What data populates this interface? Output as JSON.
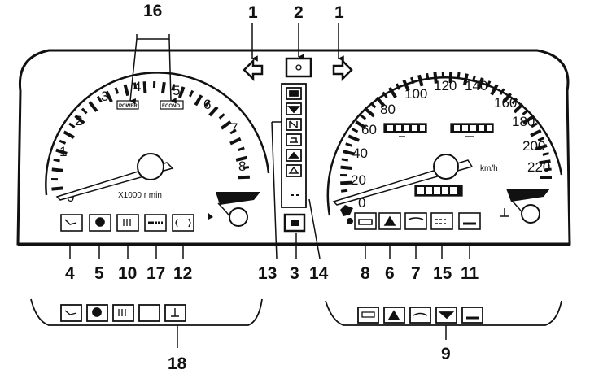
{
  "callouts": {
    "n16": "16",
    "n1_left": "1",
    "n2": "2",
    "n1_right": "1",
    "n4": "4",
    "n5": "5",
    "n10": "10",
    "n17": "17",
    "n12": "12",
    "n13": "13",
    "n3": "3",
    "n14": "14",
    "n8": "8",
    "n6": "6",
    "n7": "7",
    "n15": "15",
    "n11": "11",
    "n18": "18",
    "n9": "9"
  },
  "tachometer": {
    "numbers": [
      "0",
      "1",
      "2",
      "3",
      "4",
      "5",
      "6",
      "7",
      "8"
    ],
    "unit_label": "X1000 r min",
    "power_label": "POWER",
    "econo_label": "ECONO"
  },
  "speedometer": {
    "numbers": [
      "0",
      "20",
      "40",
      "60",
      "80",
      "100",
      "120",
      "140",
      "160",
      "180",
      "200",
      "220"
    ],
    "unit_label": "km/h"
  }
}
